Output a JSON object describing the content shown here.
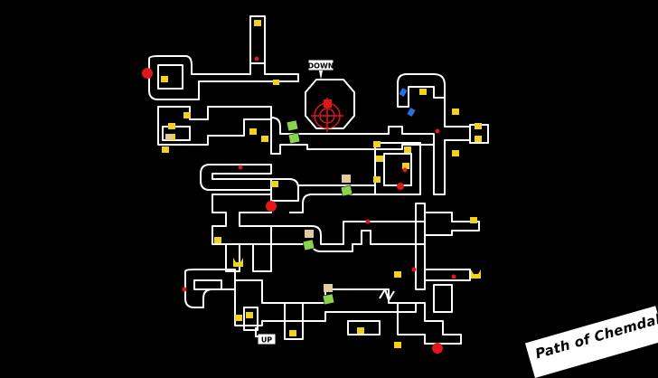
{
  "map": {
    "area_name": "Path of Chemdah",
    "stairs_down_label": "DOWN",
    "stairs_up_label": "UP"
  },
  "legend": {
    "corridor_color": "#ffffff",
    "treasure_color": "#f2d21a",
    "safe_room_color": "#8bd34a",
    "enemy_color": "#e01818",
    "cognition_color": "#e7c9a0",
    "blue_marker_color": "#2a6fe0",
    "icons": [
      "treasure-chest-icon",
      "safe-room-icon",
      "enemy-icon",
      "cat-icon",
      "stairs-icon",
      "red-dot-icon",
      "blue-lock-icon"
    ]
  }
}
